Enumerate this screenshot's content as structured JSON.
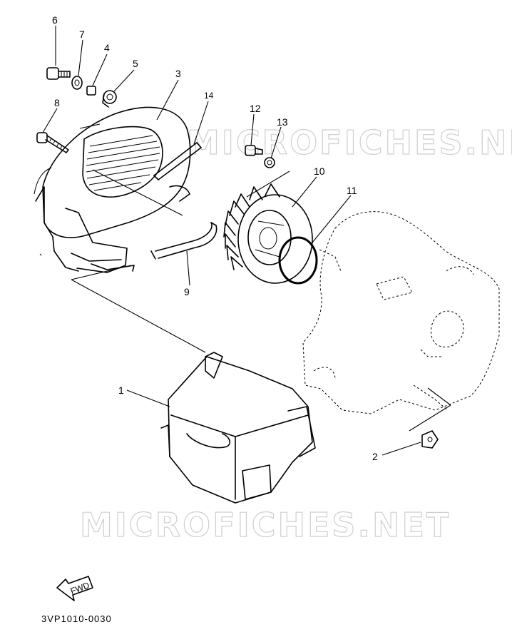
{
  "diagram": {
    "code": "3VP1010-0030",
    "watermark": "MICROFICHES.NET",
    "fwd_label": "FWD",
    "callouts": {
      "c1": "1",
      "c2": "2",
      "c3": "3",
      "c4": "4",
      "c5": "5",
      "c6": "6",
      "c7": "7",
      "c8": "8",
      "c9": "9",
      "c10": "10",
      "c11": "11",
      "c12": "12",
      "c13": "13",
      "c14": "14"
    }
  }
}
